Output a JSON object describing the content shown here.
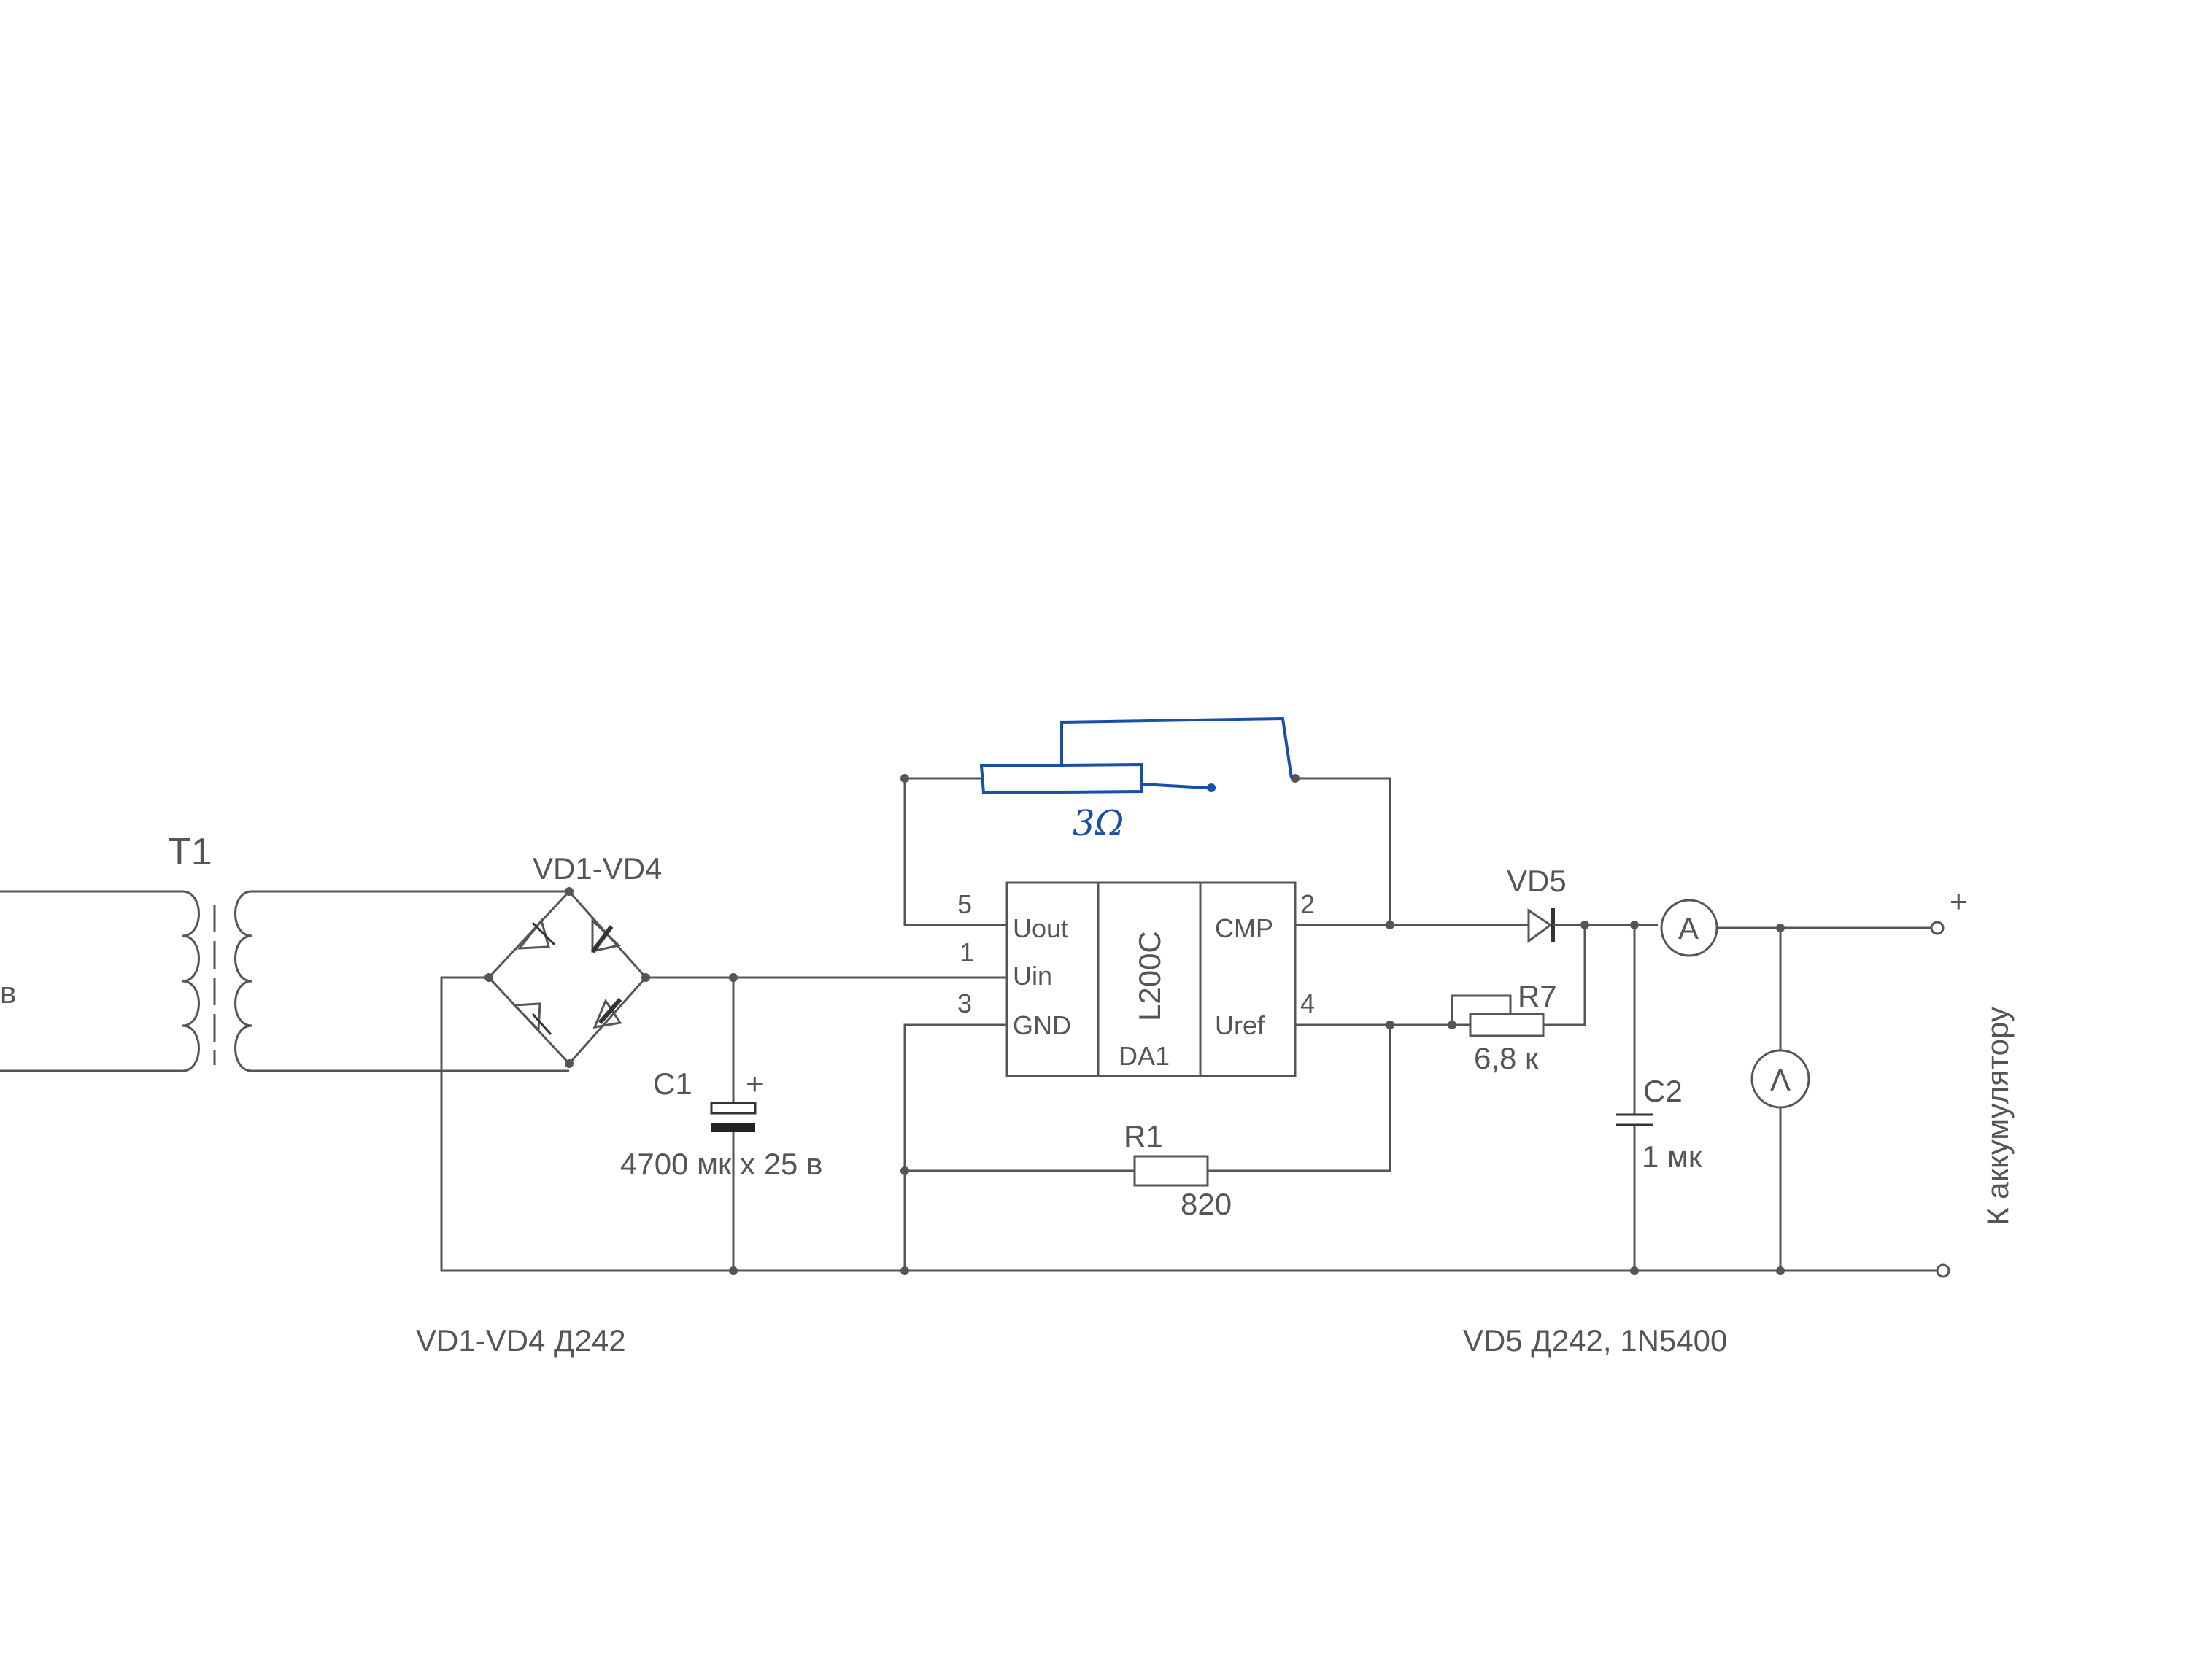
{
  "transformer": {
    "ref": "T1",
    "input_label": "в"
  },
  "bridge": {
    "label": "VD1-VD4",
    "note": "VD1-VD4 Д242"
  },
  "c1": {
    "ref": "C1",
    "plus": "+",
    "value": "4700 мк х 25 в"
  },
  "ic": {
    "ref": "DA1",
    "part": "L200C",
    "pins": {
      "uout": "Uout",
      "uin": "Uin",
      "gnd": "GND",
      "cmp": "CMP",
      "uref": "Uref",
      "n5": "5",
      "n1": "1",
      "n3": "3",
      "n2": "2",
      "n4": "4"
    }
  },
  "shunt": {
    "value": "3Ω"
  },
  "r1": {
    "ref": "R1",
    "value": "820"
  },
  "r7": {
    "ref": "R7",
    "value": "6,8 к"
  },
  "vd5": {
    "ref": "VD5",
    "note": "VD5 Д242, 1N5400"
  },
  "c2": {
    "ref": "C2",
    "value": "1 мк"
  },
  "ammeter": {
    "symbol": "A"
  },
  "voltmeter": {
    "symbol": "V"
  },
  "output": {
    "label": "К аккумулятору",
    "plus": "+"
  },
  "colors": {
    "wire": "#555555",
    "ink": "#1a4fa8"
  }
}
